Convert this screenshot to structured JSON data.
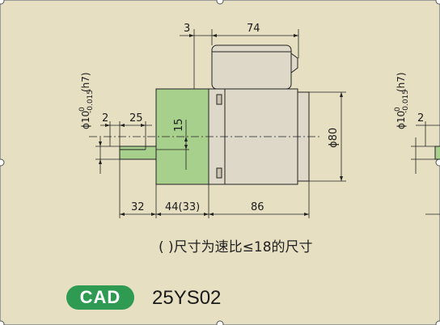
{
  "drawing": {
    "dims": {
      "top_gap": "3",
      "top_width": "74",
      "shaft_len": "32",
      "gearbox_len": "44(33)",
      "motor_len": "86",
      "key_len": "25",
      "key_offset": "2",
      "key_height": "15",
      "body_dia": "ϕ80"
    },
    "shaft_tol": {
      "prefix": "ϕ10",
      "upper": "0",
      "lower": "-0.015",
      "fit": "(h7)"
    }
  },
  "note": "( )尺寸为速比≤18的尺寸",
  "badge": {
    "label": "CAD"
  },
  "model": "25YS02",
  "colors": {
    "background": "#e6dfc2",
    "gearbox": "#a8d08d",
    "badge": "#2f9a52",
    "motor_body": "#ddd8c8"
  }
}
